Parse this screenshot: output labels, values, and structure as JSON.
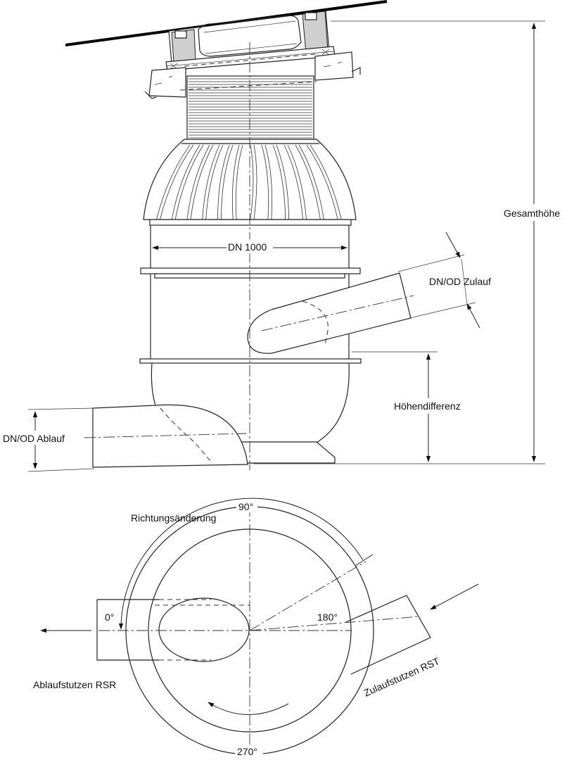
{
  "labels": {
    "gesamthoehe": "Gesamthöhe",
    "dn": "DN 1000",
    "zulauf": "DN/OD Zulauf",
    "hoehendifferenz": "Höhendifferenz",
    "ablauf": "DN/OD Ablauf",
    "richtungsaenderung": "Richtungsänderung",
    "deg90": "90°",
    "deg0": "0°",
    "deg180": "180°",
    "deg270": "270°",
    "ablaufstutzen": "Ablaufstutzen RSR",
    "zulaufstutzen": "Zulaufstutzen RST"
  }
}
